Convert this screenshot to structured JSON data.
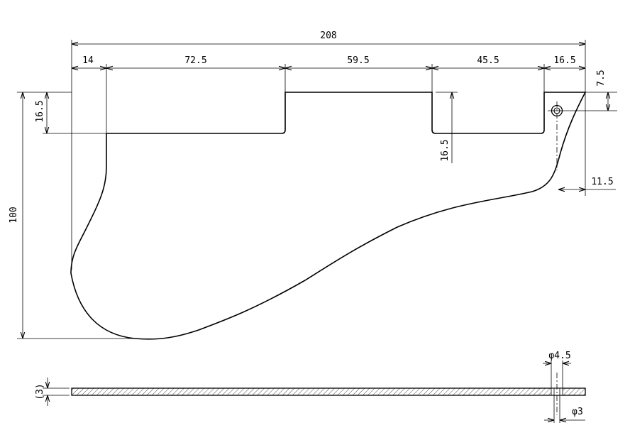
{
  "dimensions": {
    "overall_width": "208",
    "seg_1": "14",
    "seg_2": "72.5",
    "seg_3": "59.5",
    "seg_4": "45.5",
    "seg_5": "16.5",
    "hole_from_top": "7.5",
    "left_notch_depth": "16.5",
    "right_notch_depth": "16.5",
    "overall_height": "100",
    "tip_offset": "11.5",
    "thickness": "(3)",
    "hole_outer_dia": "φ4.5",
    "hole_inner_dia": "φ3"
  },
  "colors": {
    "line": "#000000",
    "background": "#ffffff"
  }
}
